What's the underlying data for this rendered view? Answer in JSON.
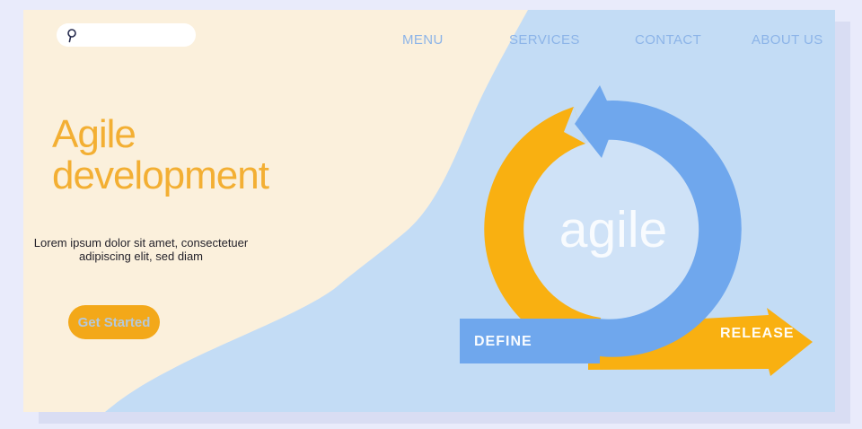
{
  "header": {
    "search": {
      "placeholder": "",
      "icon": "magnifier-icon"
    },
    "nav": [
      {
        "label": "MENU"
      },
      {
        "label": "SERVICES"
      },
      {
        "label": "CONTACT"
      },
      {
        "label": "ABOUT US"
      }
    ]
  },
  "hero": {
    "title_line1": "Agile",
    "title_line2": "development",
    "description_line1": "Lorem ipsum dolor sit amet, consectetuer",
    "description_line2": "adipiscing elit, sed diam",
    "cta_label": "Get Started"
  },
  "diagram": {
    "center_label": "agile",
    "stage_left": "DEFINE",
    "stage_right": "RELEASE"
  },
  "colors": {
    "frame_bg": "#E9EBFB",
    "panel_cream": "#FBF0DC",
    "blob_blue": "#C3DCF5",
    "inner_circle_blue": "#CFE2F7",
    "ring_blue": "#6FA7ED",
    "ring_orange": "#F9B011",
    "heading_orange": "#F3AF33",
    "button_orange": "#F3A819",
    "button_text": "#B4C9DC",
    "nav_text": "#8CB4E8"
  }
}
